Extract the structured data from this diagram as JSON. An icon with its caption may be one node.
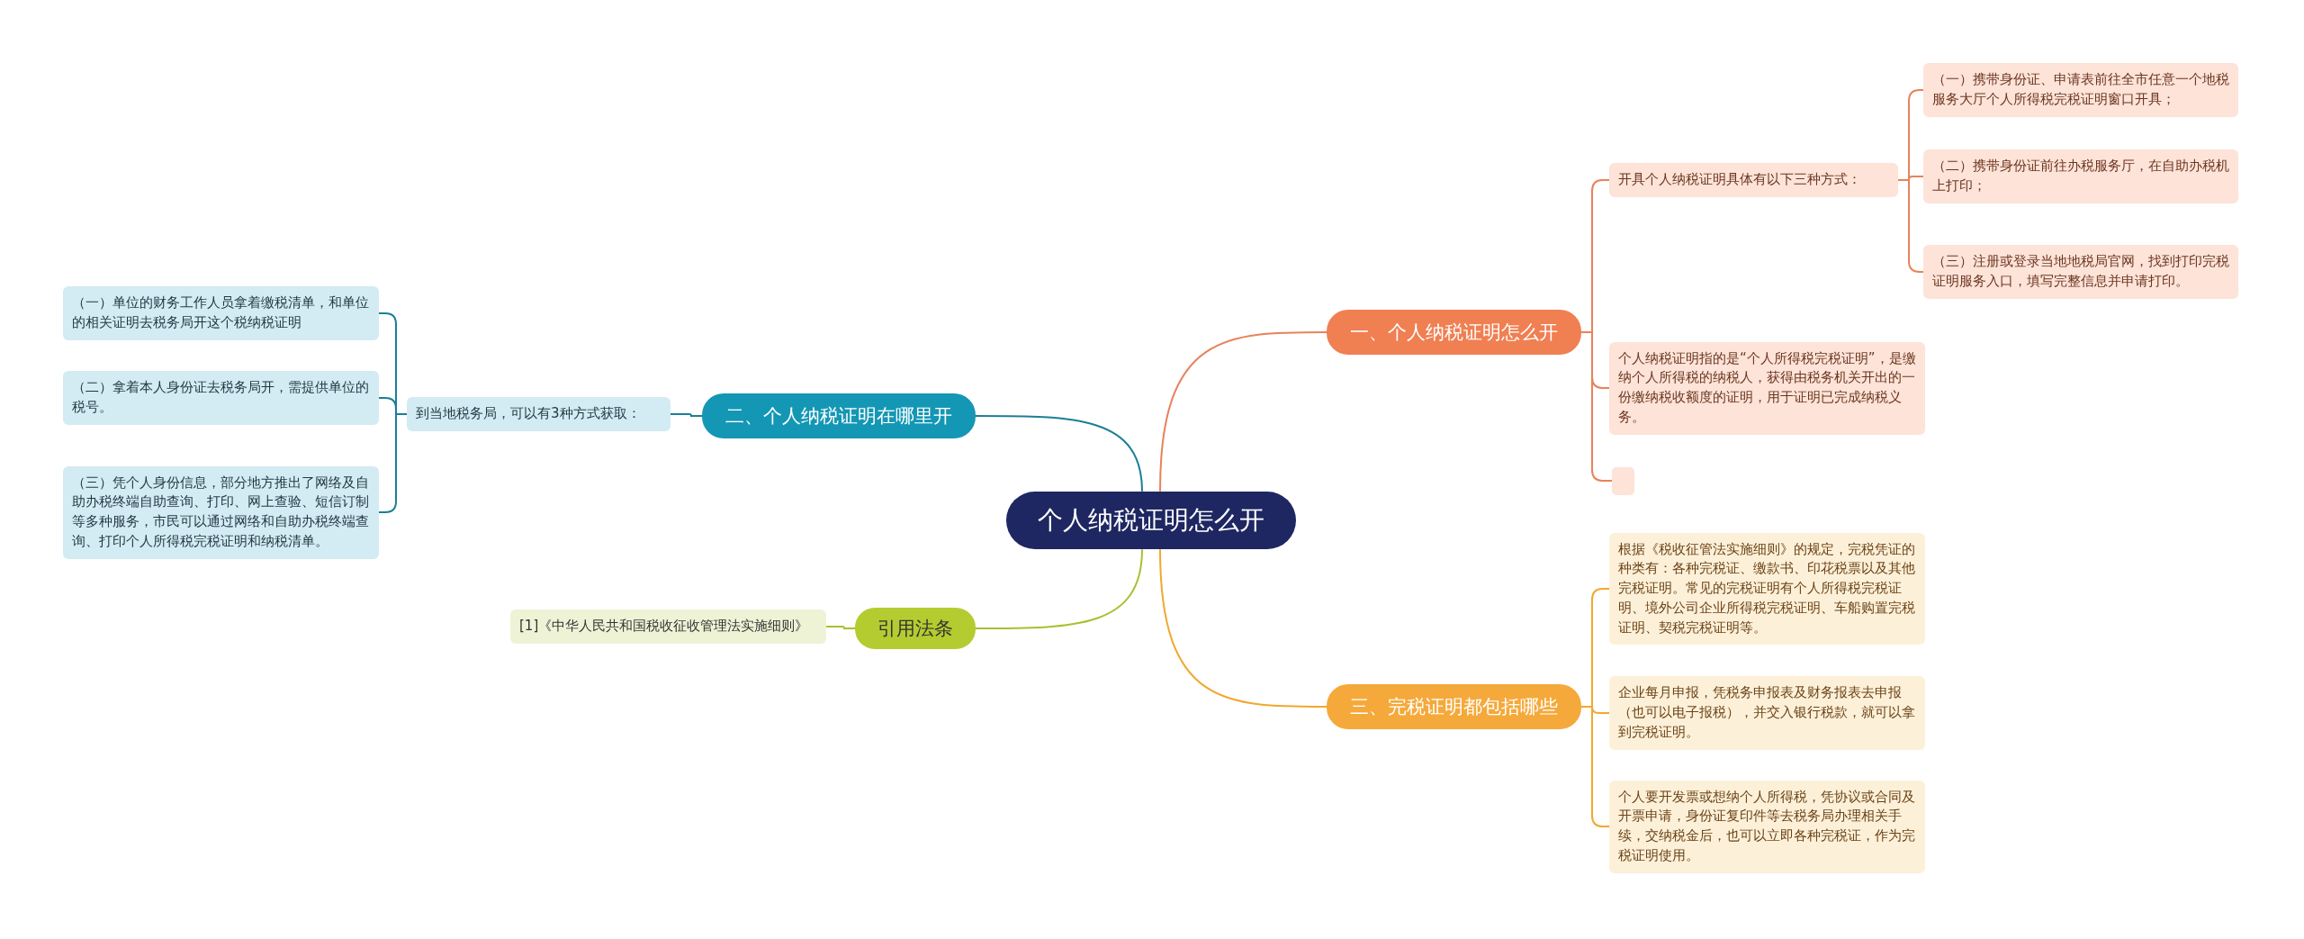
{
  "diagram": {
    "nodes": [
      {
        "text": [
          "个人纳税证明怎么开"
        ]
      },
      {
        "text": [
          "一、个人纳税证明怎么开"
        ]
      },
      {
        "text": [
          "开具个人纳税证明具体有以下三种方式："
        ]
      },
      {
        "text": [
          "（一）携带身份证、申请表前往全市任意一个地税服务大厅个人所得税完税证明窗口开具；"
        ]
      },
      {
        "text": [
          "（二）携带身份证前往办税服务厅，在自助办税机上打印；"
        ]
      },
      {
        "text": [
          "（三）注册或登录当地地税局官网，找到打印完税证明服务入口，填写完整信息并申请打印。"
        ]
      },
      {
        "text": [
          "个人纳税证明指的是“个人所得税完税证明”，是缴纳个人所得税的纳税人，获得由税务机关开出的一份缴纳税收额度的证明，用于证明已完成纳税义务。"
        ]
      },
      {
        "text": [],
        "shape": "box"
      },
      {
        "text": [
          "二、个人纳税证明在哪里开"
        ]
      },
      {
        "text": [
          "到当地税务局，可以有3种方式获取："
        ]
      },
      {
        "text": [
          "（一）单位的财务工作人员拿着缴税清单，和单位的相关证明去税务局开这个税纳税证明"
        ]
      },
      {
        "text": [
          "（二）拿着本人身份证去税务局开，需提供单位的税号。"
        ]
      },
      {
        "text": [
          "（三）凭个人身份信息，部分地方推出了网络及自助办税终端自助查询、打印、网上查验、短信订制等多种服务，市民可以通过网络和自助办税终端查询、打印个人所得税完税证明和纳税清单。"
        ]
      },
      {
        "text": [
          "三、完税证明都包括哪些"
        ]
      },
      {
        "text": [
          "根据《税收征管法实施细则》的规定，完税凭证的种类有：各种完税证、缴款书、印花税票以及其他完税证明。常见的完税证明有个人所得税完税证明、境外公司企业所得税完税证明、车船购置完税证明、契税完税证明等。"
        ]
      },
      {
        "text": [
          "企业每月申报，凭税务申报表及财务报表去申报（也可以电子报税），并交入银行税款，就可以拿到完税证明。"
        ]
      },
      {
        "text": [
          "个人要开发票或想纳个人所得税，凭协议或合同及开票申请，身份证复印件等去税务局办理相关手续，交纳税金后，也可以立即各种完税证，作为完税证明使用。"
        ]
      },
      {
        "text": [
          "引用法条"
        ]
      },
      {
        "text": [
          "[1]《中华人民共和国税收征收管理法实施细则》"
        ]
      }
    ],
    "edges": [
      {
        "from": 0,
        "to": 1,
        "arrow": "none",
        "color": "#e8825a"
      },
      {
        "from": 1,
        "to": 2,
        "arrow": "none",
        "color": "#e8825a"
      },
      {
        "from": 2,
        "to": 3,
        "arrow": "none",
        "color": "#e8825a"
      },
      {
        "from": 2,
        "to": 4,
        "arrow": "none",
        "color": "#e8825a"
      },
      {
        "from": 2,
        "to": 5,
        "arrow": "none",
        "color": "#e8825a"
      },
      {
        "from": 1,
        "to": 6,
        "arrow": "none",
        "color": "#e8825a"
      },
      {
        "from": 1,
        "to": 7,
        "arrow": "none",
        "color": "#e8825a"
      },
      {
        "from": 0,
        "to": 8,
        "arrow": "none",
        "color": "#1a7f95"
      },
      {
        "from": 8,
        "to": 9,
        "arrow": "none",
        "color": "#1a7f95"
      },
      {
        "from": 9,
        "to": 10,
        "arrow": "none",
        "color": "#1a7f95"
      },
      {
        "from": 9,
        "to": 11,
        "arrow": "none",
        "color": "#1a7f95"
      },
      {
        "from": 9,
        "to": 12,
        "arrow": "none",
        "color": "#1a7f95"
      },
      {
        "from": 0,
        "to": 13,
        "arrow": "none",
        "color": "#f0a830"
      },
      {
        "from": 13,
        "to": 14,
        "arrow": "none",
        "color": "#f0a830"
      },
      {
        "from": 13,
        "to": 15,
        "arrow": "none",
        "color": "#f0a830"
      },
      {
        "from": 13,
        "to": 16,
        "arrow": "none",
        "color": "#f0a830"
      },
      {
        "from": 0,
        "to": 17,
        "arrow": "none",
        "color": "#a8c030"
      },
      {
        "from": 17,
        "to": 18,
        "arrow": "none",
        "color": "#a8c030"
      }
    ]
  }
}
